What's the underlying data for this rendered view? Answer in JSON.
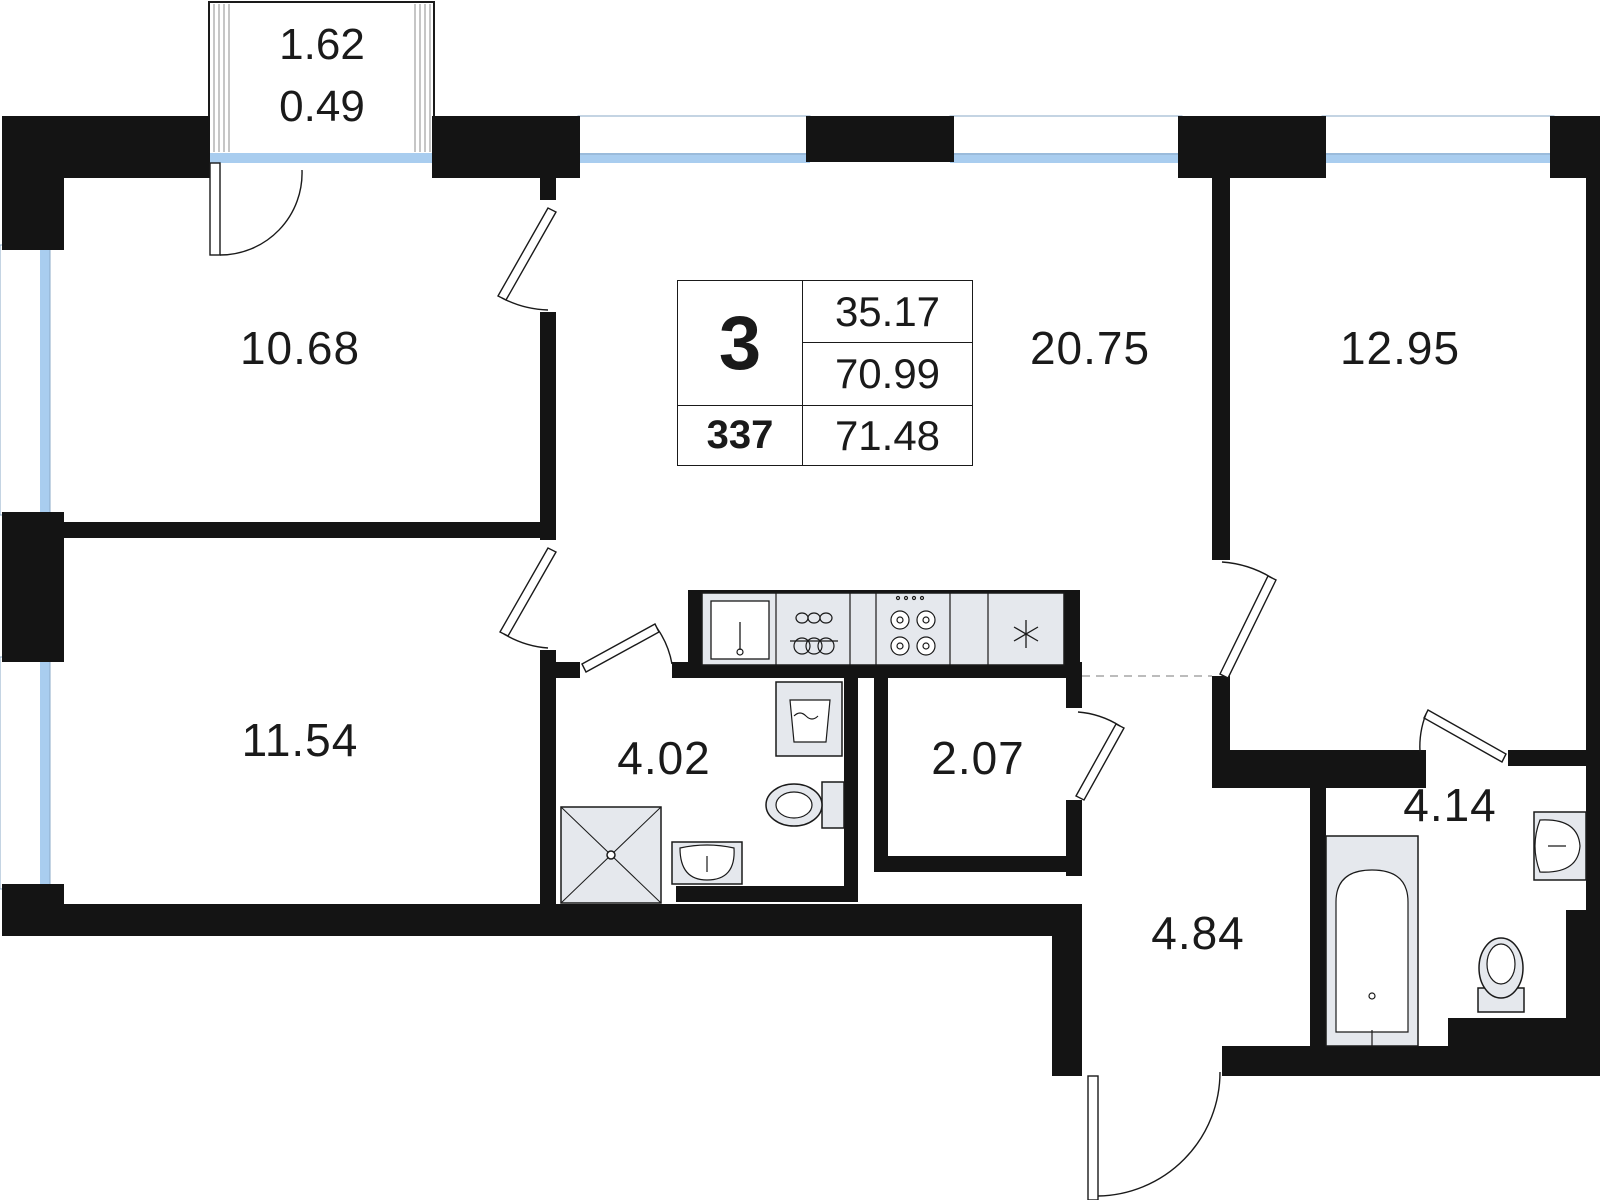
{
  "apartment": {
    "rooms_count": "3",
    "number": "337",
    "living_area": "35.17",
    "total_area": "70.99",
    "total_area_with_balcony": "71.48"
  },
  "balcony": {
    "area": "1.62",
    "reduced_area": "0.49"
  },
  "rooms": [
    {
      "id": "bedroom-1",
      "area": "10.68"
    },
    {
      "id": "bedroom-2",
      "area": "11.54"
    },
    {
      "id": "living-kitchen",
      "area": "20.75"
    },
    {
      "id": "bedroom-3",
      "area": "12.95"
    },
    {
      "id": "bathroom-1",
      "area": "4.02"
    },
    {
      "id": "storage",
      "area": "2.07"
    },
    {
      "id": "hallway",
      "area": "4.84"
    },
    {
      "id": "bathroom-2",
      "area": "4.14"
    }
  ],
  "colors": {
    "wall": "#141414",
    "window": "#a9cdef",
    "fixture_fill": "#e5e8ed",
    "fixture_stroke": "#1a1a1a",
    "text": "#1a1a1a"
  }
}
